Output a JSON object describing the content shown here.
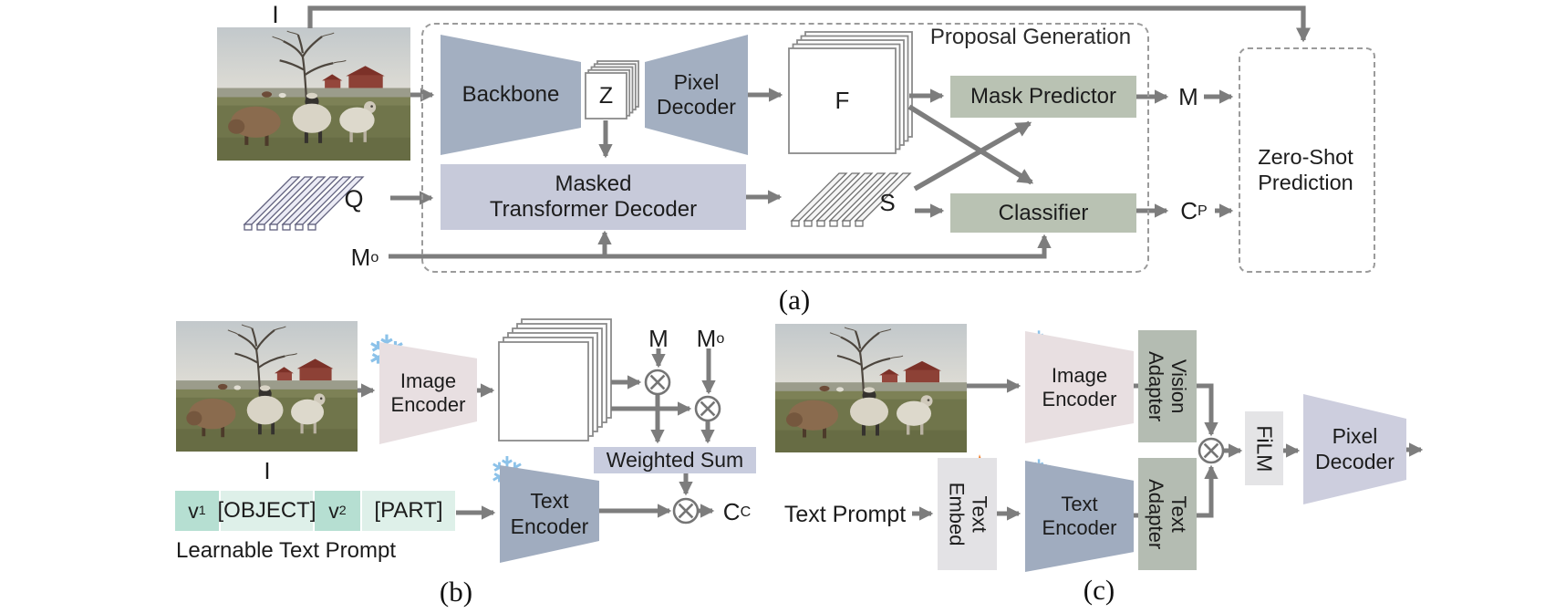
{
  "colors": {
    "arrow": "#7d7d7d",
    "dashed_border": "#9b9b9b",
    "slate_blue": "#a3afc1",
    "lavender": "#c7cada",
    "sage_green": "#b9c2b3",
    "pink_encoder": "#e8dfe1",
    "steel_blue_encoder": "#a0acbf",
    "teal_cell": "#b6dfd2",
    "mint_cell": "#def0e9",
    "adapter_green": "#b4bcb2",
    "light_gray_box": "#e3e2e5",
    "lavender_decoder": "#cdcede",
    "snowflake_blue": "#8cc2e9"
  },
  "panel_a": {
    "caption": "(a)",
    "input_label": "I",
    "backbone_label": "Backbone",
    "latent_label": "Z",
    "pixel_decoder_line1": "Pixel",
    "pixel_decoder_line2": "Decoder",
    "masked_decoder_line1": "Masked",
    "masked_decoder_line2": "Transformer Decoder",
    "query_label": "Q",
    "oracle_mask_base": "M",
    "oracle_mask_sub": "o",
    "feature_label": "F",
    "segment_label": "S",
    "proposal_title": "Proposal Generation",
    "mask_predictor_label": "Mask Predictor",
    "classifier_label": "Classifier",
    "mask_output_label": "M",
    "class_output_base": "C",
    "class_output_sub": "P",
    "zero_shot_line1": "Zero-Shot",
    "zero_shot_line2": "Prediction"
  },
  "panel_b": {
    "caption": "(b)",
    "image_label": "I",
    "image_encoder_line1": "Image",
    "image_encoder_line2": "Encoder",
    "text_encoder_line1": "Text",
    "text_encoder_line2": "Encoder",
    "mask_label": "M",
    "oracle_mask_base": "M",
    "oracle_mask_sub": "o",
    "weighted_sum_label": "Weighted Sum",
    "class_output_base": "C",
    "class_output_sub": "C",
    "prompt_v1_base": "v",
    "prompt_v1_sub": "1",
    "prompt_object": "[OBJECT]",
    "prompt_v2_base": "v",
    "prompt_v2_sub": "2",
    "prompt_part": "[PART]",
    "prompt_caption": "Learnable Text Prompt"
  },
  "panel_c": {
    "caption": "(c)",
    "text_prompt_label": "Text Prompt",
    "text_embed_line1": "Text",
    "text_embed_line2": "Embed",
    "image_encoder_line1": "Image",
    "image_encoder_line2": "Encoder",
    "vision_adapter_line1": "Vision",
    "vision_adapter_line2": "Adapter",
    "text_encoder_line1": "Text",
    "text_encoder_line2": "Encoder",
    "text_adapter_line1": "Text",
    "text_adapter_line2": "Adapter",
    "film_label": "FiLM",
    "pixel_decoder_line1": "Pixel",
    "pixel_decoder_line2": "Decoder"
  },
  "icons": {
    "snowflake": "❄",
    "flame": "flame-shape",
    "multiply": "⊗"
  }
}
